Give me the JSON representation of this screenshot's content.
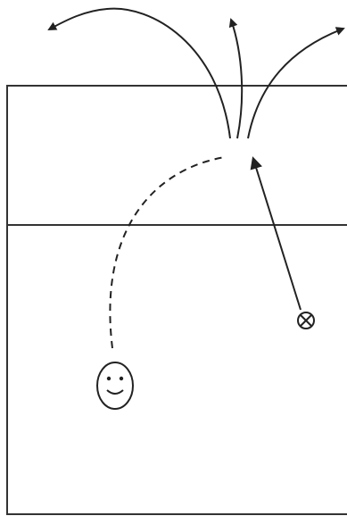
{
  "diagram": {
    "elements": {
      "court": "court-outline",
      "divider": "court-divider-line",
      "player": "smiley-face",
      "marker": "circled-x",
      "trajectory": "dashed-trajectory",
      "movement": "arrow-to-point",
      "outcomes": [
        "left-curved-arrow",
        "center-curved-arrow",
        "right-curved-arrow"
      ]
    },
    "colors": {
      "stroke": "#222222",
      "background": "#ffffff"
    }
  }
}
